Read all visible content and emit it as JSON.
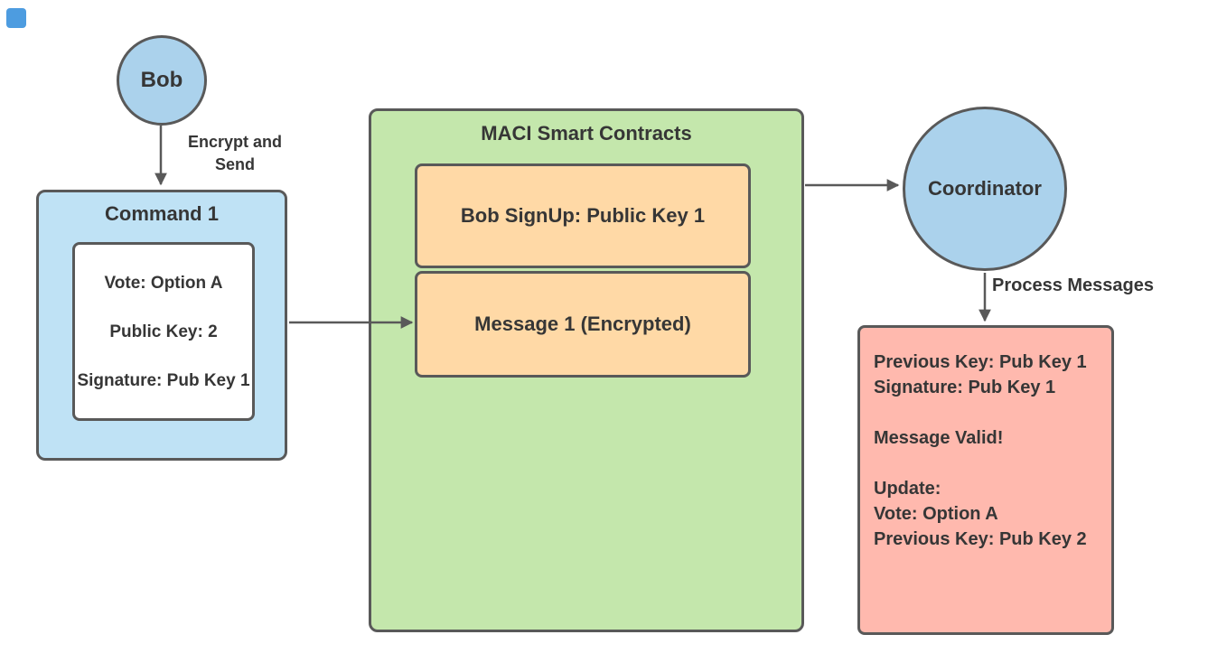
{
  "nodes": {
    "bob": {
      "label": "Bob"
    },
    "command": {
      "title": "Command 1",
      "payload": "Vote: Option A\n\nPublic Key: 2\n\nSignature: Pub Key 1"
    },
    "maci": {
      "title": "MACI Smart Contracts",
      "signup_entry": "Bob SignUp: Public Key 1",
      "message_entry": "Message 1 (Encrypted)"
    },
    "coordinator": {
      "label": "Coordinator"
    },
    "result": {
      "body": "Previous Key: Pub Key 1\nSignature: Pub Key 1\n\nMessage Valid!\n\nUpdate:\nVote: Option A\nPrevious Key: Pub Key 2"
    }
  },
  "edges": {
    "bob_to_command_label": "Encrypt and Send",
    "coordinator_to_result_label": "Process Messages"
  },
  "colors": {
    "circle_fill": "#abd2ec",
    "command_fill": "#bfe2f5",
    "maci_fill": "#c4e7ac",
    "entry_fill": "#ffd9a6",
    "result_fill": "#ffb9ae",
    "payload_fill": "#ffffff",
    "stroke": "#595959",
    "text": "#363636",
    "corner_square": "#4d9ce0"
  }
}
